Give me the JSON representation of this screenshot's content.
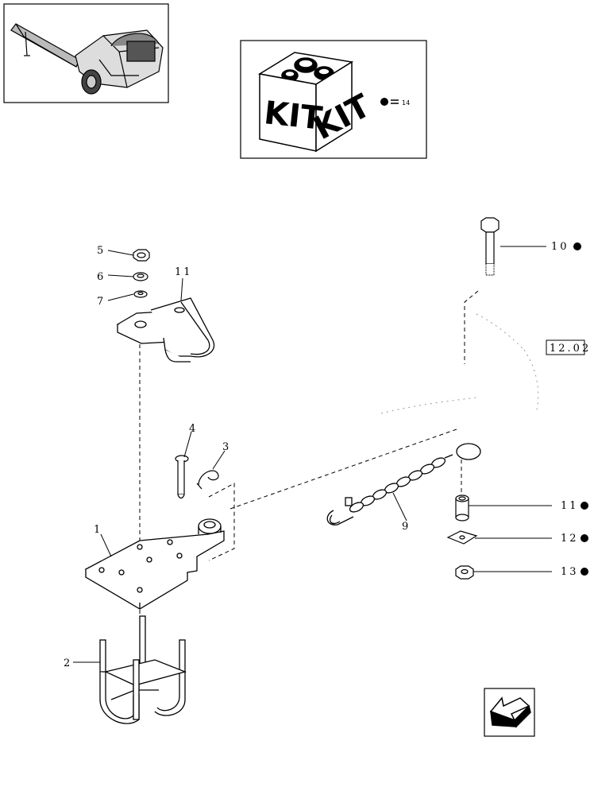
{
  "kit_box": {
    "kit_left": "KIT",
    "kit_right": "KIT",
    "equals_ref": "14"
  },
  "ref_box": {
    "text": "12.02"
  },
  "callouts": [
    {
      "id": "c1",
      "text": "1"
    },
    {
      "id": "c2",
      "text": "2"
    },
    {
      "id": "c3",
      "text": "3"
    },
    {
      "id": "c4",
      "text": "4"
    },
    {
      "id": "c5",
      "text": "5"
    },
    {
      "id": "c6",
      "text": "6"
    },
    {
      "id": "c7",
      "text": "7"
    },
    {
      "id": "c9",
      "text": "9"
    },
    {
      "id": "c10",
      "text": "10",
      "kit_mark": true
    },
    {
      "id": "c11a",
      "text": "11"
    },
    {
      "id": "c11b",
      "text": "11",
      "kit_mark": true
    },
    {
      "id": "c12",
      "text": "12",
      "kit_mark": true
    },
    {
      "id": "c13",
      "text": "13",
      "kit_mark": true
    }
  ],
  "icons": [
    "machine-thumbnail",
    "kit-box-icon",
    "kit-bullet-icon",
    "navigation-arrow-icon"
  ]
}
